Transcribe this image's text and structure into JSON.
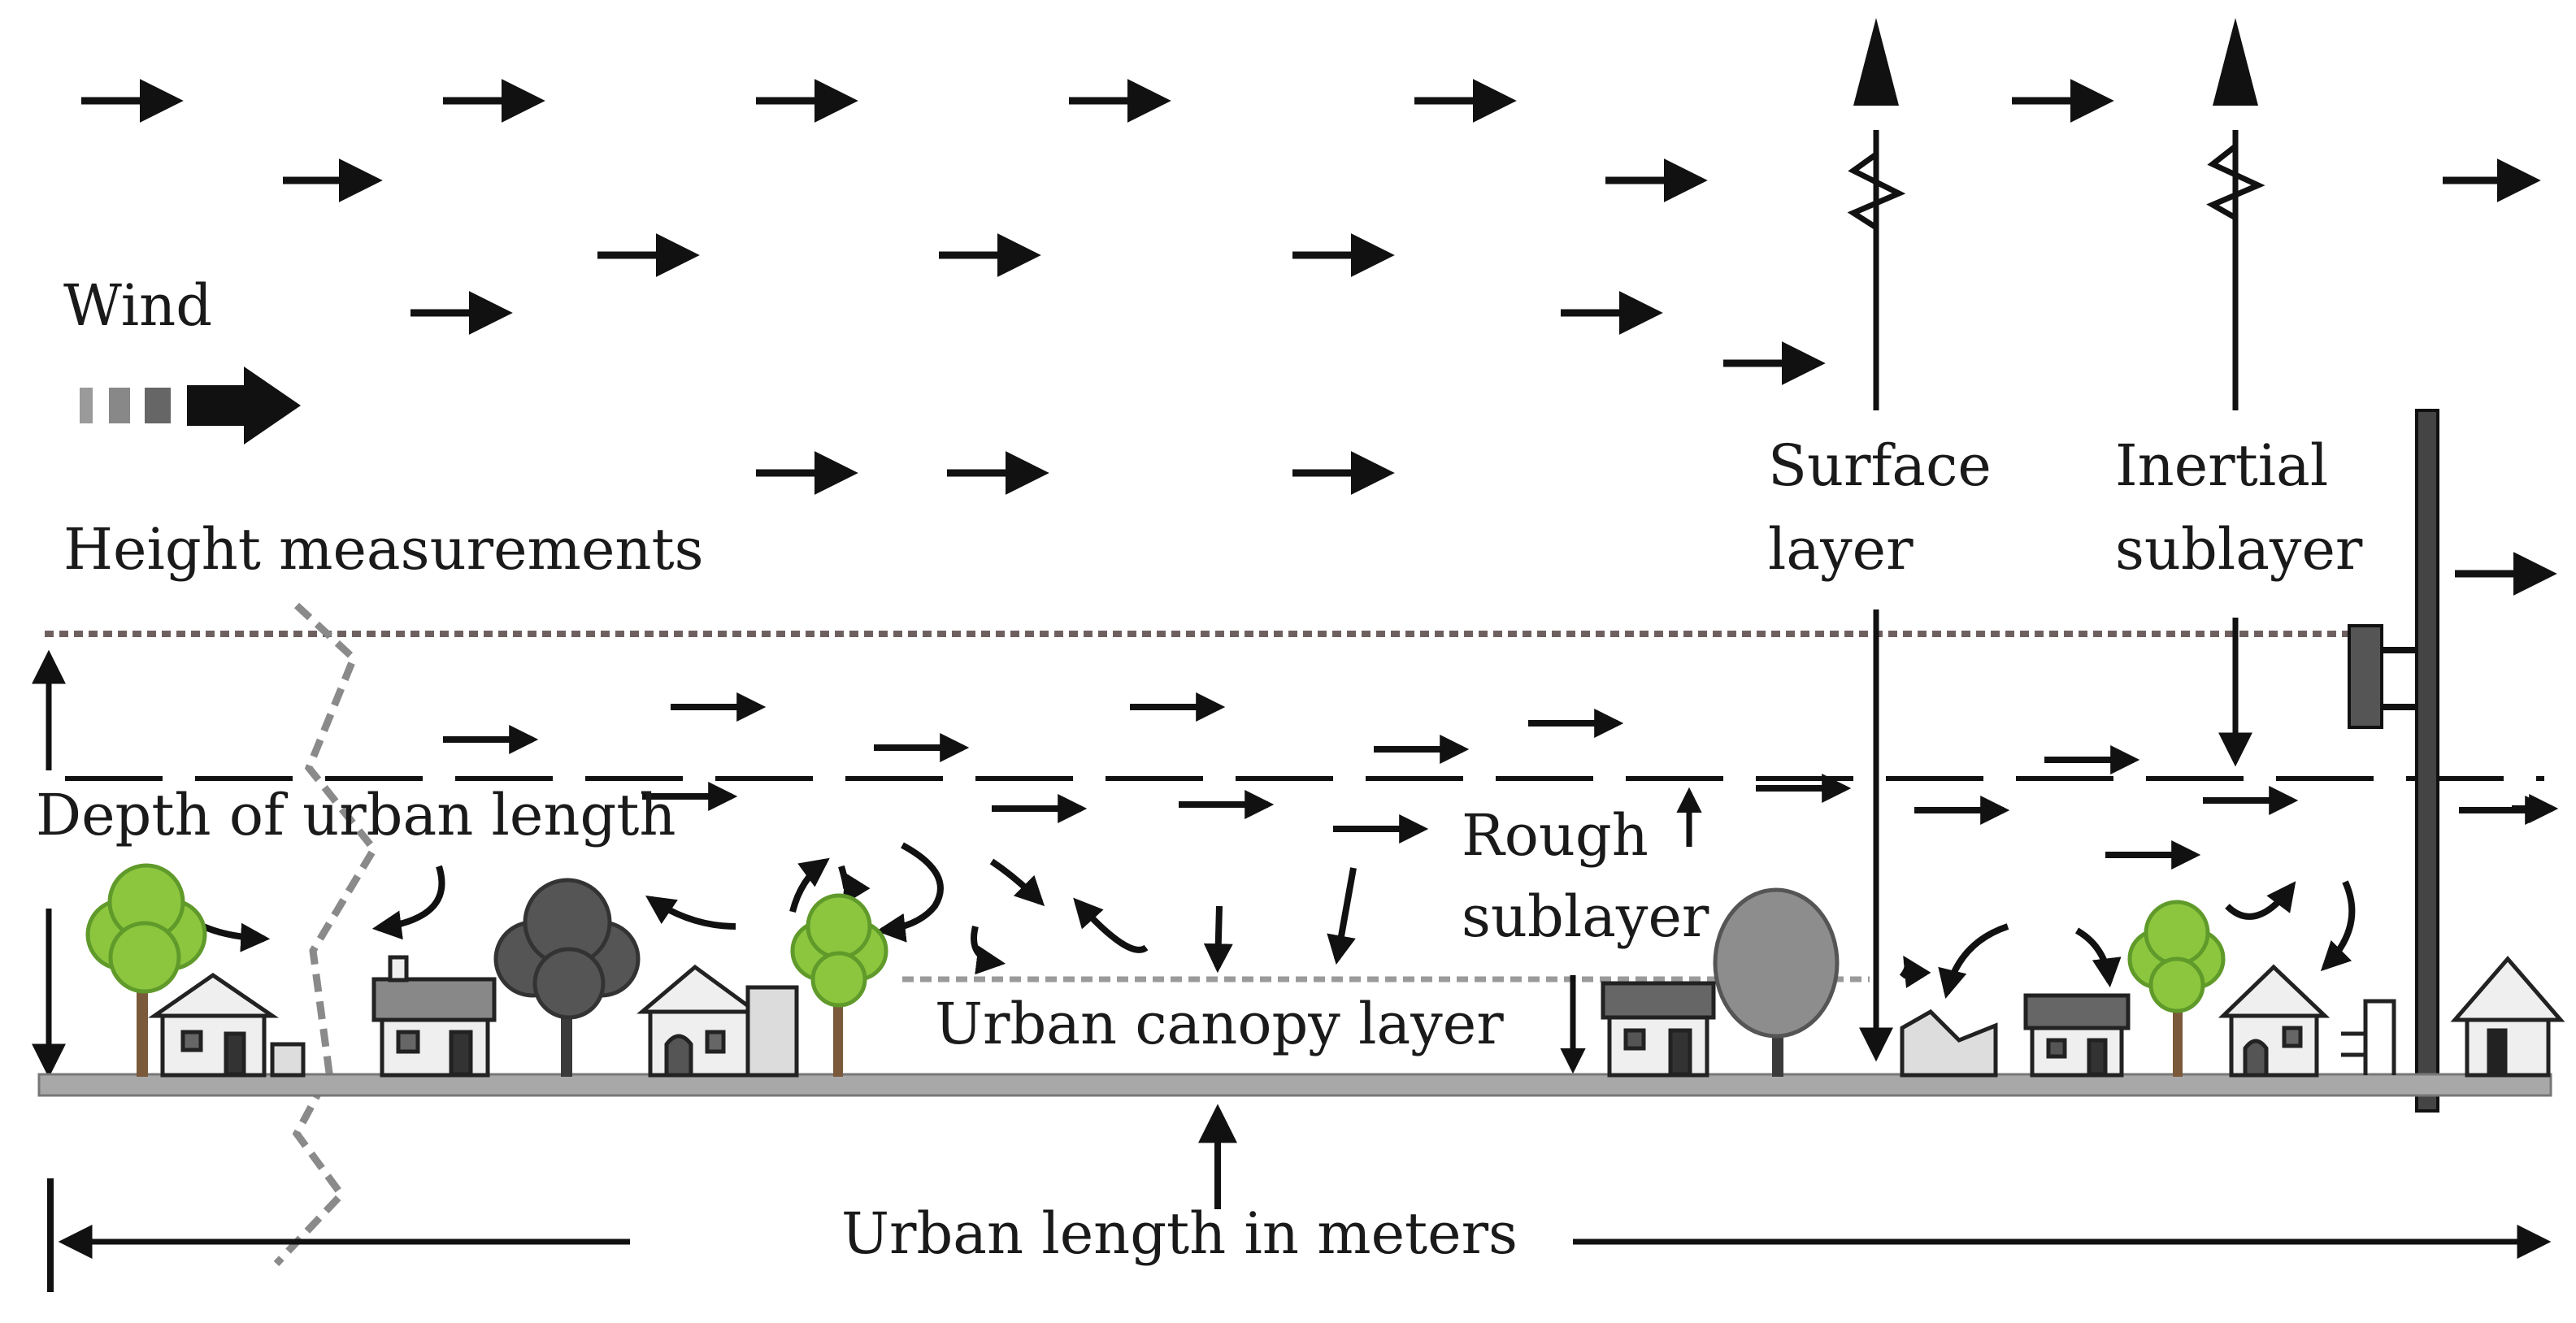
{
  "labels": {
    "wind": "Wind",
    "height_measurements": "Height measurements",
    "depth_of_urban_length": "Depth of urban length",
    "surface_layer": [
      "Surface",
      "layer"
    ],
    "inertial_sublayer": [
      "Inertial",
      "sublayer"
    ],
    "rough_sublayer": [
      "Rough",
      "sublayer"
    ],
    "urban_canopy_layer": "Urban canopy layer",
    "urban_length": "Urban length in meters"
  },
  "colors": {
    "ink": "#111111",
    "ground": "#a8a8a8",
    "dashed_gray": "#8a8a8a",
    "dotted_brown": "#6f6060",
    "tree_green": "#8cc63f",
    "tree_green_dark": "#5f9a2a",
    "tree_gray_dark": "#555555",
    "tree_gray_light": "#8d8d8d",
    "house_wall": "#efefef",
    "house_roof_dark": "#666666"
  },
  "icons": [
    "wind-icon",
    "tree-icon",
    "house-icon",
    "tower-icon",
    "anemometer-icon"
  ]
}
